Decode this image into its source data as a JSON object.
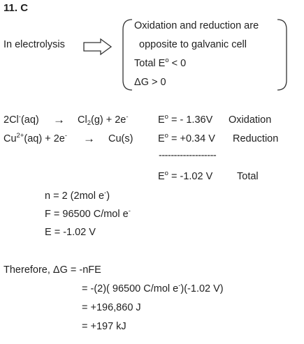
{
  "header": {
    "title": "11. C"
  },
  "intro": {
    "label": "In electrolysis",
    "box_lines": [
      "Oxidation and reduction are",
      "opposite to galvanic cell",
      "Total E",
      "G > 0"
    ],
    "box_sup": "o",
    "box_total_rest": " < 0",
    "delta": "Δ"
  },
  "reactions": {
    "ox": {
      "left_a": "2Cl",
      "left_sup": "-",
      "left_b": "(aq)",
      "arrow": "→",
      "prod_a": "Cl",
      "prod_sub": "2",
      "prod_b": "(g) + 2e",
      "prod_sup": "-",
      "e_a": "E",
      "e_sup": "o",
      "e_b": " = - 1.36V",
      "kind": "Oxidation"
    },
    "red": {
      "left_a": "Cu",
      "left_sup": "2+",
      "left_b": "(aq) + 2e",
      "left_sup2": "-",
      "arrow": "→",
      "prod": "Cu(s)",
      "e_a": "E",
      "e_sup": "o",
      "e_b": " = +0.34 V",
      "kind": "Reduction"
    },
    "divider": "-------------------",
    "total": {
      "e_a": "E",
      "e_sup": "o",
      "e_b": " = -1.02 V",
      "kind": "Total"
    }
  },
  "givens": {
    "n_a": "n = 2 (2mol e",
    "n_sup": "-",
    "n_b": ")",
    "f_a": "F = 96500 C/mol e",
    "f_sup": "-",
    "e": "E = -1.02 V"
  },
  "result": {
    "therefore_a": "Therefore, ",
    "delta": "Δ",
    "therefore_b": "G = -nFE",
    "step1_a": "= -(2)( 96500 C/mol e",
    "step1_sup": "-",
    "step1_b": ")(-1.02 V)",
    "step2": "= +196,860 J",
    "step3": "= +197 kJ"
  }
}
